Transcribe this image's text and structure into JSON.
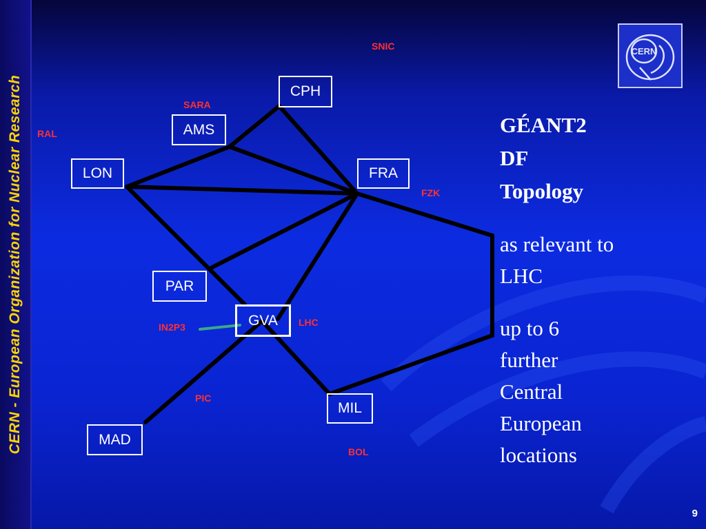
{
  "sidebar": {
    "text": "CERN - European Organization for Nuclear Research"
  },
  "logo": {
    "name": "cern-logo",
    "text": "CERN"
  },
  "nodes": {
    "cph": "CPH",
    "ams": "AMS",
    "lon": "LON",
    "fra": "FRA",
    "par": "PAR",
    "gva": "GVA",
    "mil": "MIL",
    "mad": "MAD"
  },
  "sites": {
    "snic": "SNIC",
    "sara": "SARA",
    "ral": "RAL",
    "fzk": "FZK",
    "in2p3": "IN2P3",
    "lhc": "LHC",
    "pic": "PIC",
    "bol": "BOL"
  },
  "content": {
    "heading": [
      "GÉANT2",
      "DF",
      "Topology"
    ],
    "para1": [
      "as relevant to",
      "LHC"
    ],
    "para2": [
      "up to 6",
      "further",
      "Central",
      "European",
      "locations"
    ]
  },
  "page_number": "9",
  "colors": {
    "background": "#0c2be0",
    "sidebar_text": "#ffd400",
    "site_labels": "#ff3030",
    "links": "#000000",
    "in2p3_link": "#3aa88a",
    "node_border": "#ffffff"
  },
  "edges": [
    [
      "CPH",
      "AMS"
    ],
    [
      "CPH",
      "FRA"
    ],
    [
      "AMS",
      "LON"
    ],
    [
      "AMS",
      "FRA"
    ],
    [
      "LON",
      "FRA"
    ],
    [
      "LON",
      "GVA"
    ],
    [
      "FRA",
      "PAR"
    ],
    [
      "FRA",
      "GVA"
    ],
    [
      "FRA",
      "MIL"
    ],
    [
      "GVA",
      "MIL"
    ],
    [
      "GVA",
      "MAD"
    ],
    [
      "GVA",
      "IN2P3"
    ]
  ]
}
